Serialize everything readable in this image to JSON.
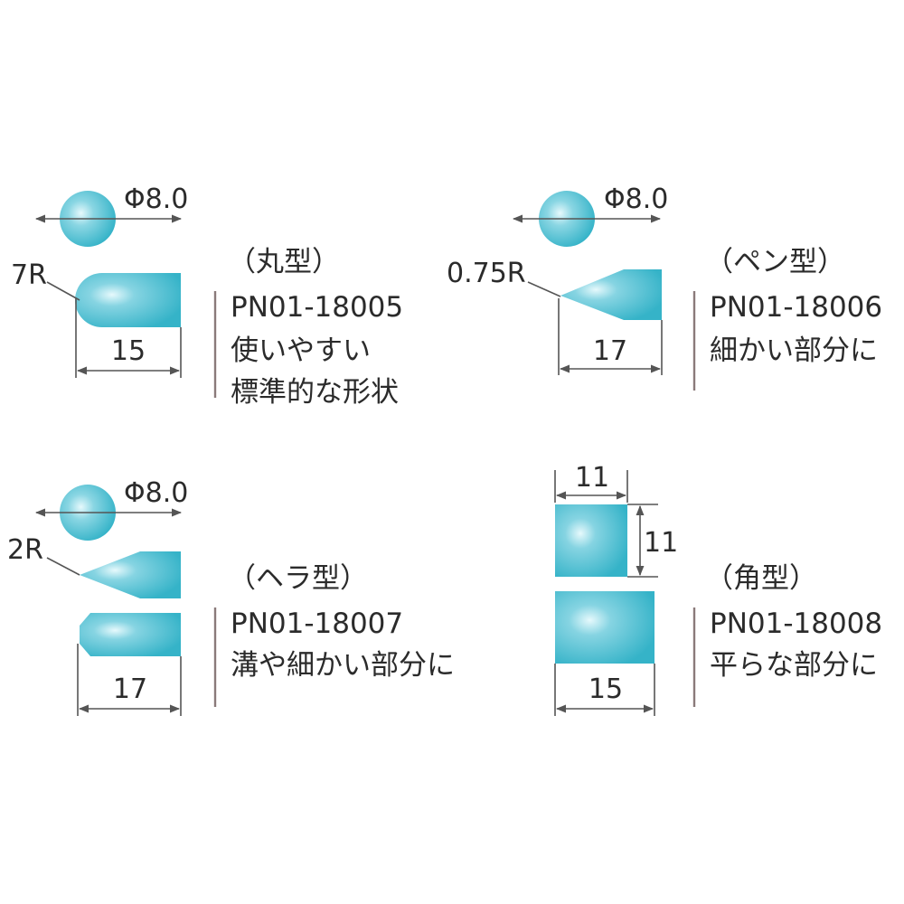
{
  "colors": {
    "tip_fill": "#35b3c8",
    "tip_highlight": "#e6f9fc",
    "line": "#555555",
    "text": "#2b2b2b",
    "separator": "#8a7a7a"
  },
  "tips": [
    {
      "diameter": "Φ8.0",
      "radius": "7R",
      "length": "15",
      "type": "（丸型）",
      "code": "PN01-18005",
      "desc": [
        "使いやすい",
        "標準的な形状"
      ]
    },
    {
      "diameter": "Φ8.0",
      "radius": "0.75R",
      "length": "17",
      "type": "（ペン型）",
      "code": "PN01-18006",
      "desc": [
        "細かい部分に"
      ]
    },
    {
      "diameter": "Φ8.0",
      "radius": "2R",
      "length": "17",
      "type": "（ヘラ型）",
      "code": "PN01-18007",
      "desc": [
        "溝や細かい部分に"
      ]
    },
    {
      "width": "11",
      "height": "11",
      "length": "15",
      "type": "（角型）",
      "code": "PN01-18008",
      "desc": [
        "平らな部分に"
      ]
    }
  ]
}
